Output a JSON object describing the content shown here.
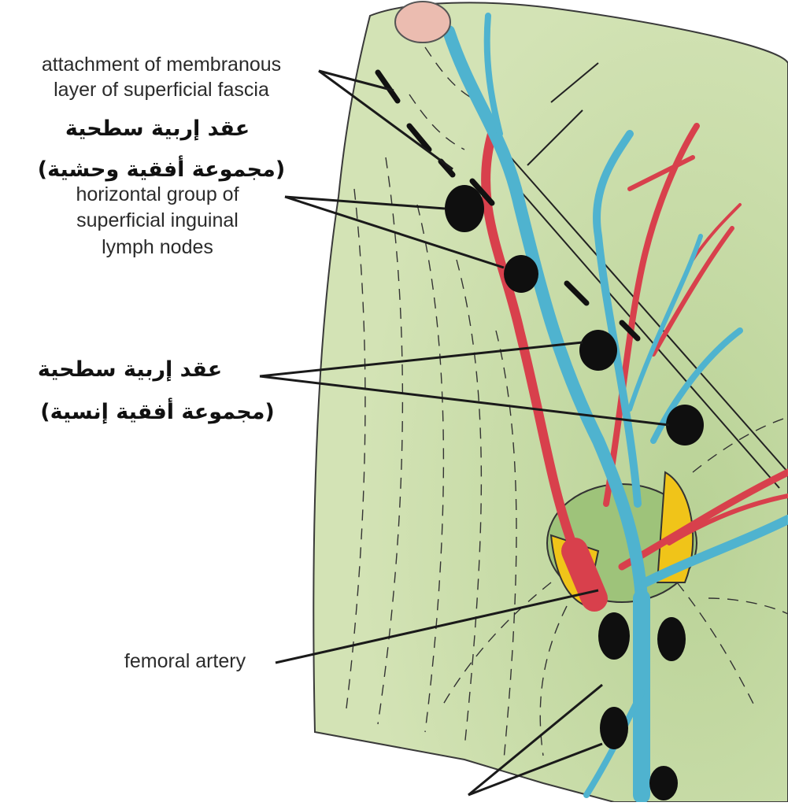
{
  "labels": {
    "membranous_line1": "attachment of membranous",
    "membranous_line2": "layer of superficial fascia",
    "arabic_1_line1": "عقد إربية سطحية",
    "arabic_1_line2": "(مجموعة أفقية وحشية)",
    "horizontal_line1": "horizontal group of",
    "horizontal_line2": "superficial inguinal",
    "horizontal_line3": "lymph nodes",
    "arabic_2_line1": "عقد إربية سطحية",
    "arabic_2_line2": "(مجموعة أفقية إنسية)",
    "femoral_artery": "femoral artery"
  },
  "colors": {
    "fascia_green": "#d3e3b5",
    "fascia_green_dark": "#b9d296",
    "vein_blue": "#4fb3cf",
    "artery_red": "#d8404c",
    "lymph_node": "#0f0f0f",
    "opening_yellow": "#f0c419",
    "pubic_tubercle": "#ebbcb0",
    "leader_line": "#1a1a1a"
  },
  "icons": [
    "lymph-node-icon",
    "vein-icon",
    "artery-icon"
  ]
}
